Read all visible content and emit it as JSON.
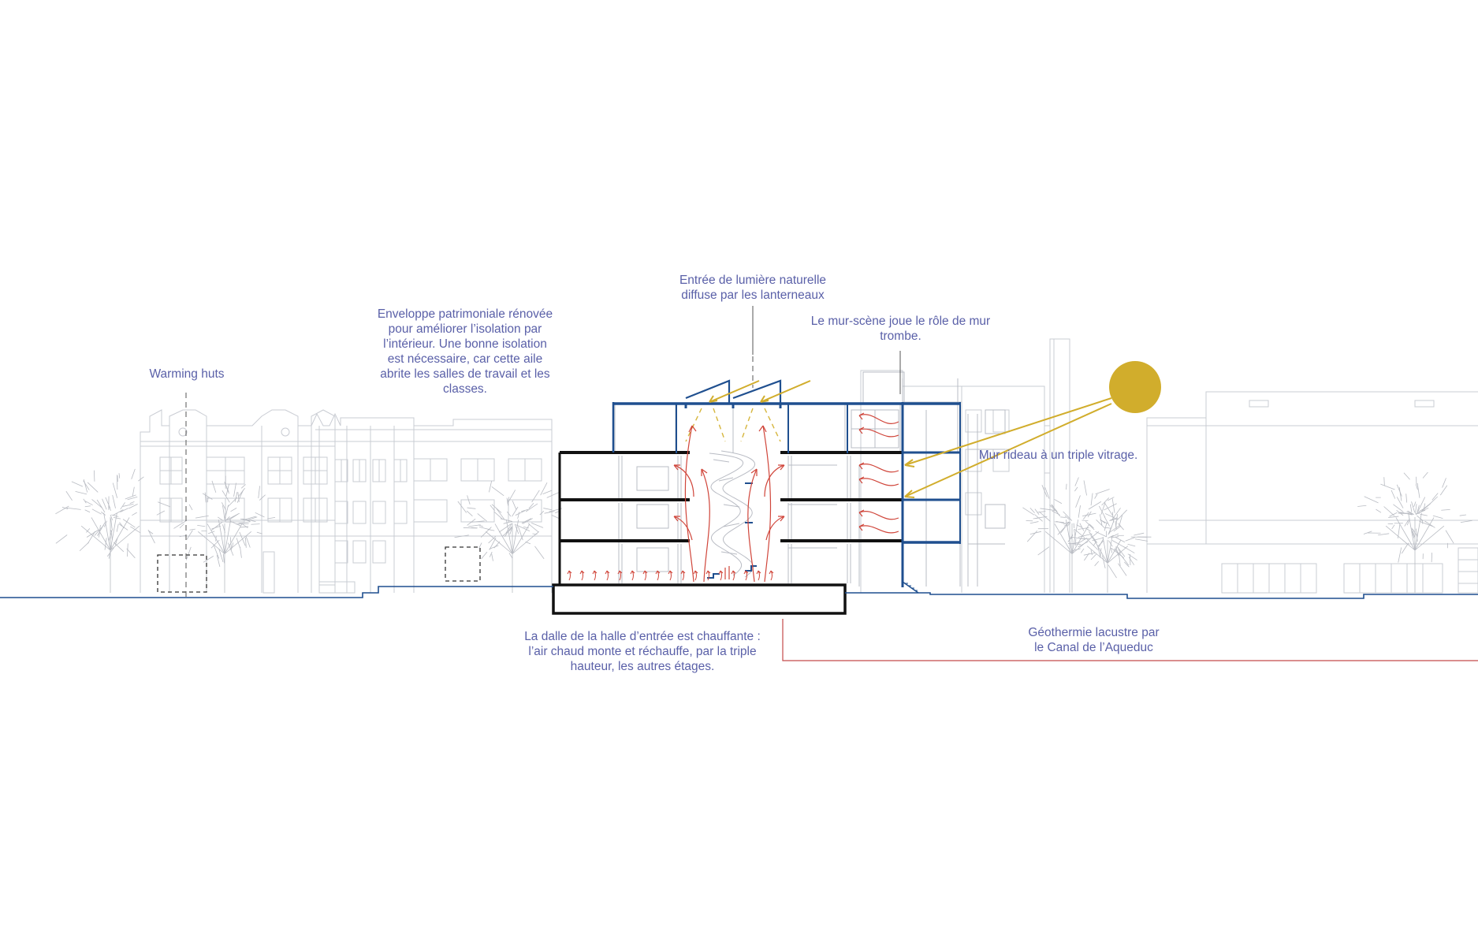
{
  "annotations": {
    "warming_huts": "Warming huts",
    "enveloppe": "Enveloppe patrimoniale rénovée\npour améliorer l’isolation par\nl’intérieur. Une bonne isolation\nest nécessaire, car cette aile\nabrite les salles de travail et les\nclasses.",
    "lumiere": "Entrée de lumière naturelle\ndiffuse par les lanterneaux",
    "mur_scene": "Le mur-scène joue le rôle de mur\ntrombe.",
    "mur_rideau": "Mur rideau à un triple vitrage.",
    "dalle": "La dalle de la halle d’entrée est chauffante :\nl’air chaud monte et réchauffe, par la triple\nhauteur, les autres étages.",
    "geothermie": "Géothermie lacustre par\nle Canal de l’Aqueduc"
  },
  "colors": {
    "label_text": "#5a60a8",
    "structure_blue": "#1f4f8f",
    "slab_black": "#111111",
    "warm_air_red": "#d0453a",
    "sun_gold": "#d1ad2c",
    "context_grey": "#c9ccd3"
  },
  "icons": {
    "sun": "sun-icon",
    "warm-air": "warm-air-arrow-icon",
    "tree": "tree-icon"
  }
}
